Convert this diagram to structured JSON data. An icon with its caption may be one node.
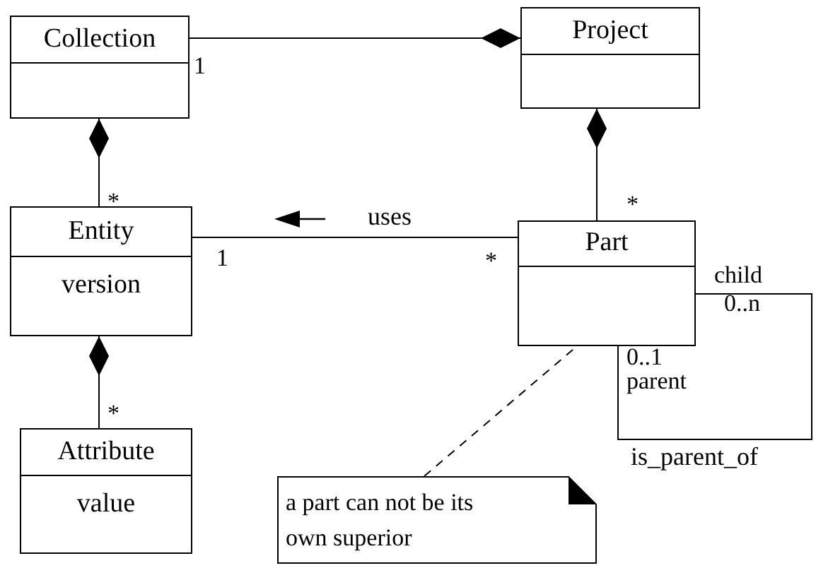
{
  "diagram": {
    "nodes": [
      {
        "text": [
          "Collection"
        ]
      },
      {
        "text": [
          "Project"
        ]
      },
      {
        "text": [
          "Entity",
          "version"
        ]
      },
      {
        "text": [
          "Part"
        ]
      },
      {
        "text": [
          "Attribute",
          "value"
        ]
      },
      {
        "text": [
          "a part can not be its own superior"
        ]
      }
    ],
    "edges": [
      {
        "from": 0,
        "to": 1,
        "arrow": "other"
      },
      {
        "from": 2,
        "to": 0,
        "arrow": "other"
      },
      {
        "from": 3,
        "to": 1,
        "arrow": "other"
      },
      {
        "from": 2,
        "to": 3,
        "arrow": "none",
        "label": "uses"
      },
      {
        "from": 4,
        "to": 2,
        "arrow": "other"
      },
      {
        "from": 3,
        "to": 3,
        "arrow": "none",
        "label": "is_parent_of"
      },
      {
        "from": 5,
        "to": 3,
        "arrow": "none",
        "style": "dashed"
      }
    ],
    "labels": [
      "1",
      "*",
      "*",
      "1",
      "*",
      "child",
      "0..n",
      "0..1",
      "parent",
      "*"
    ]
  }
}
